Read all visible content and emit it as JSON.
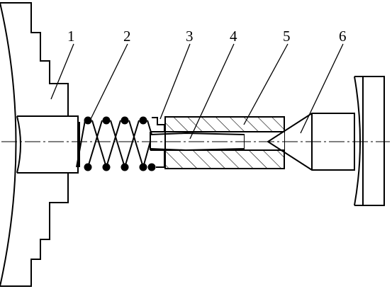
{
  "diagram": {
    "callouts": [
      {
        "id": "1",
        "label": "1"
      },
      {
        "id": "2",
        "label": "2"
      },
      {
        "id": "3",
        "label": "3"
      },
      {
        "id": "4",
        "label": "4"
      },
      {
        "id": "5",
        "label": "5"
      },
      {
        "id": "6",
        "label": "6"
      }
    ],
    "colors": {
      "ink": "#000000",
      "background": "#ffffff"
    }
  }
}
